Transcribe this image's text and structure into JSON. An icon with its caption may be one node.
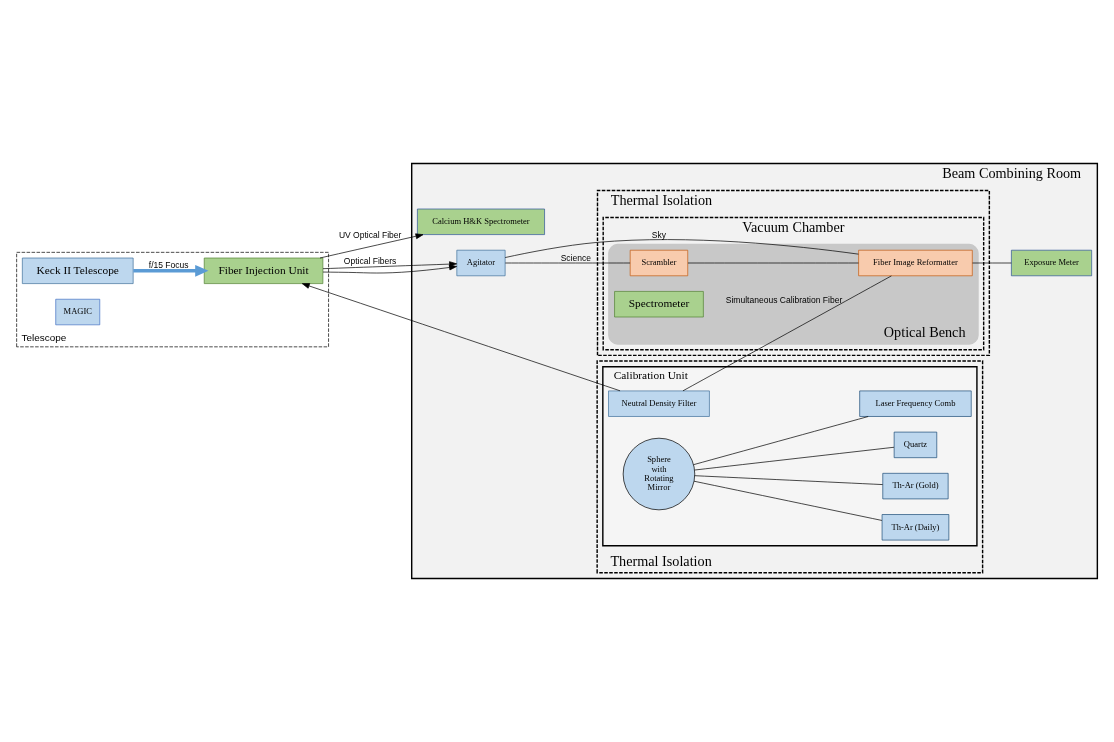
{
  "diagram": {
    "nodes": [
      {
        "text": [
          "Telescope"
        ]
      },
      {
        "text": [
          "Keck II Telescope"
        ],
        "in": 0
      },
      {
        "text": [
          "Fiber Injection Unit"
        ],
        "in": 0
      },
      {
        "text": [
          "MAGIC"
        ],
        "in": 0
      },
      {
        "text": [
          "Beam Combining Room"
        ]
      },
      {
        "text": [
          "Calcium H&K Spectrometer"
        ],
        "in": 4
      },
      {
        "text": [
          "Thermal Isolation"
        ],
        "in": 4
      },
      {
        "text": [
          "Calibration Unit"
        ],
        "in": 6
      },
      {
        "text": [
          "Neutral Density Filter"
        ],
        "in": 7
      },
      {
        "text": [
          "Sphere with Rotating Mirror"
        ],
        "in": 7
      },
      {
        "text": [
          "Th-Ar (Daily)"
        ],
        "in": 7
      },
      {
        "text": [
          "Th-Ar (Gold)"
        ],
        "in": 7
      },
      {
        "text": [
          "Quartz"
        ],
        "in": 7
      },
      {
        "text": [
          "Laser Frequency Comb"
        ],
        "in": 7
      },
      {
        "text": [
          "Agitator"
        ],
        "in": 4
      },
      {
        "text": [
          "Thermal Isolation"
        ],
        "in": 4
      },
      {
        "text": [
          "Vacuum Chamber"
        ],
        "in": 15
      },
      {
        "text": [
          "Optical Bench"
        ],
        "in": 16
      },
      {
        "text": [
          "Scrambler"
        ],
        "in": 17
      },
      {
        "text": [
          "Fiber Image Reformatter"
        ],
        "in": 17
      },
      {
        "text": [
          "Spectrometer"
        ],
        "in": 17
      },
      {
        "text": [
          "Exposure Meter"
        ],
        "in": 4
      }
    ],
    "edges": [
      {
        "from": 1,
        "to": 2,
        "arrow": "to",
        "label": "f/15 Focus",
        "style": "thick",
        "color": "#5b9bd5"
      },
      {
        "from": 2,
        "to": 5,
        "arrow": "to",
        "label": "UV Optical Fiber"
      },
      {
        "from": 8,
        "to": 2,
        "arrow": "to"
      },
      {
        "from": 8,
        "to": 19,
        "arrow": "none",
        "label": "Simultaneous Calibration Fiber"
      },
      {
        "from": 9,
        "to": 10,
        "arrow": "none"
      },
      {
        "from": 9,
        "to": 11,
        "arrow": "none"
      },
      {
        "from": 9,
        "to": 12,
        "arrow": "none"
      },
      {
        "from": 9,
        "to": 13,
        "arrow": "none"
      },
      {
        "from": 2,
        "to": 14,
        "arrow": "to",
        "label": "Optical Fibers"
      },
      {
        "from": 2,
        "to": 14,
        "arrow": "to"
      },
      {
        "from": 14,
        "to": 18,
        "arrow": "none",
        "label": "Science"
      },
      {
        "from": 18,
        "to": 19,
        "arrow": "none"
      },
      {
        "from": 14,
        "to": 19,
        "arrow": "none",
        "label": "Sky"
      },
      {
        "from": 19,
        "to": 21,
        "arrow": "none"
      }
    ]
  }
}
